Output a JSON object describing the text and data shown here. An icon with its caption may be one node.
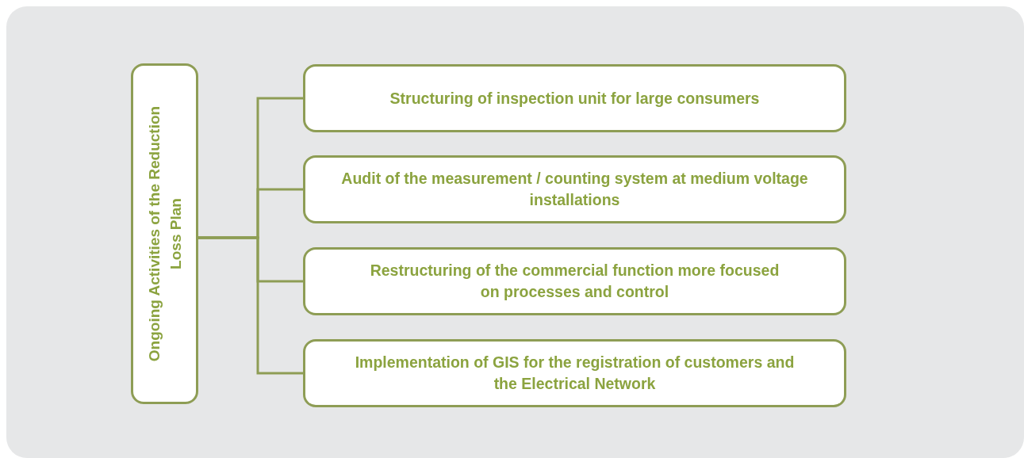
{
  "diagram": {
    "nodes": [
      {
        "text": [
          "Ongoing Activities of the Reduction Loss Plan"
        ]
      },
      {
        "text": [
          "Structuring of inspection unit for large consumers"
        ]
      },
      {
        "text": [
          "Audit of the measurement / counting system at medium voltage installations"
        ]
      },
      {
        "text": [
          "Restructuring of the commercial function more focused on processes and control"
        ]
      },
      {
        "text": [
          "Implementation of GIS for the registration of customers and the Electrical Network"
        ]
      }
    ],
    "edges": [
      {
        "from": 0,
        "to": 1,
        "arrow": "none"
      },
      {
        "from": 0,
        "to": 2,
        "arrow": "none"
      },
      {
        "from": 0,
        "to": 3,
        "arrow": "none"
      },
      {
        "from": 0,
        "to": 4,
        "arrow": "none"
      }
    ]
  }
}
